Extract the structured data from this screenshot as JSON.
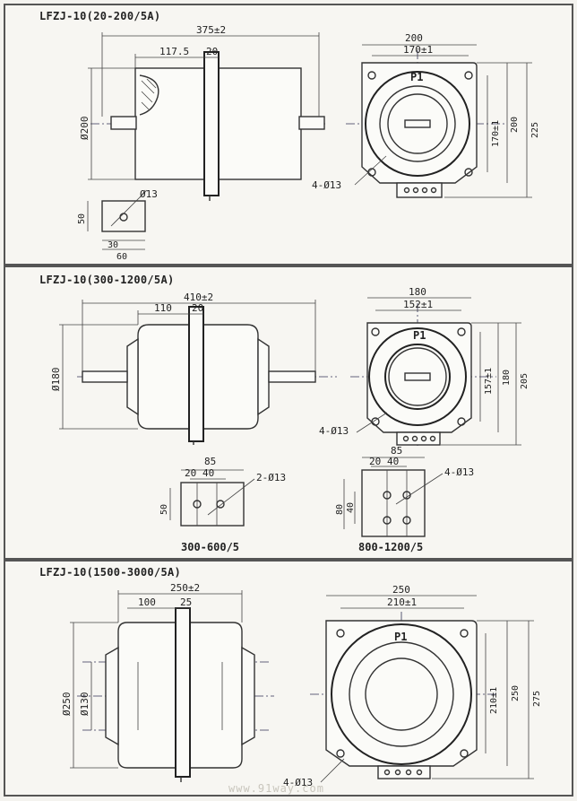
{
  "sections": [
    {
      "title": "LFZJ-10(20-200/5A)",
      "side_dims": {
        "overall": "375±2",
        "body": "117.5",
        "flange": "20",
        "diameter": "Ø200"
      },
      "front_dims": {
        "width": "200",
        "holes": "170±1",
        "h_holes": "170±1",
        "height": "200",
        "total": "225",
        "mark": "P1",
        "hole_note": "4-Ø13"
      },
      "detail_dims": {
        "hole": "Ø13",
        "h": "50",
        "a": "30",
        "b": "60"
      }
    },
    {
      "title": "LFZJ-10(300-1200/5A)",
      "side_dims": {
        "overall": "410±2",
        "body": "110",
        "flange": "20",
        "diameter": "Ø180"
      },
      "front_dims": {
        "width": "180",
        "holes": "152±1",
        "h_holes": "157±1",
        "height": "180",
        "total": "205",
        "mark": "P1",
        "hole_note": "4-Ø13"
      },
      "detail_a": {
        "w": "85",
        "d1": "20",
        "d2": "40",
        "h": "50",
        "hole_note": "2-Ø13",
        "caption": "300-600/5"
      },
      "detail_b": {
        "w": "85",
        "d1": "20",
        "d2": "40",
        "h1": "80",
        "h2": "40",
        "hole_note": "4-Ø13",
        "caption": "800-1200/5"
      }
    },
    {
      "title": "LFZJ-10(1500-3000/5A)",
      "side_dims": {
        "overall": "250±2",
        "body": "100",
        "flange": "25",
        "diameter": "Ø250",
        "inner": "Ø130"
      },
      "front_dims": {
        "width": "250",
        "holes": "210±1",
        "h_holes": "210±1",
        "height": "250",
        "total": "275",
        "mark": "P1",
        "hole_note": "4-Ø13"
      }
    }
  ],
  "watermark": "www.91way.com",
  "colors": {
    "paper": "#f4f3ef",
    "line": "#333333",
    "centerline": "#333355"
  }
}
